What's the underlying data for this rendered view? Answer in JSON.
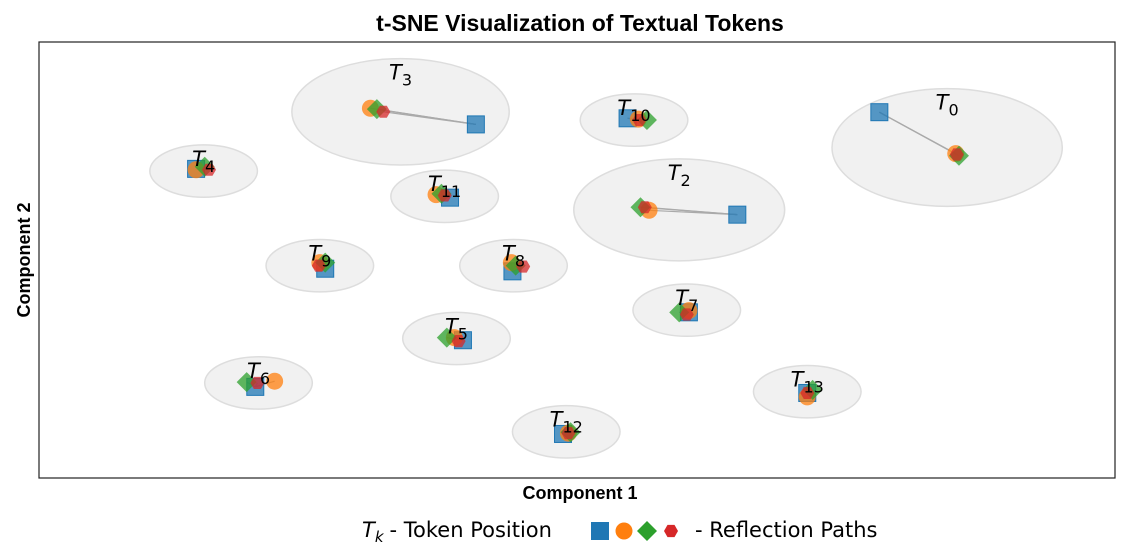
{
  "chart_data": {
    "type": "scatter",
    "title": "t-SNE Visualization of Textual Tokens",
    "xlabel": "Component 1",
    "ylabel": "Component 2",
    "xlim": [
      0,
      100
    ],
    "ylim": [
      0,
      100
    ],
    "grid": false,
    "colors": {
      "square": "#1f77b4",
      "circle": "#ff7f0e",
      "diamond": "#2ca02c",
      "hexagon": "#d62728",
      "cluster_fill": "#ececec",
      "path_line": "#aaaaaa"
    },
    "clusters": [
      {
        "id": "T0",
        "base": "T",
        "sub": "0",
        "center": [
          84.4,
          75.8
        ],
        "radius": [
          10.7,
          13.5
        ],
        "square": [
          78.1,
          83.9
        ],
        "circle": [
          85.2,
          74.4
        ],
        "diamond": [
          85.5,
          73.9
        ],
        "hexagon": [
          85.3,
          74.2
        ]
      },
      {
        "id": "T3",
        "base": "T",
        "sub": "3",
        "center": [
          33.6,
          84.0
        ],
        "radius": [
          10.1,
          12.2
        ],
        "square": [
          40.6,
          81.1
        ],
        "circle": [
          30.8,
          84.8
        ],
        "diamond": [
          31.4,
          84.6
        ],
        "hexagon": [
          32.0,
          84.0
        ]
      },
      {
        "id": "T10",
        "base": "T",
        "sub": "10",
        "center": [
          55.3,
          82.1
        ],
        "radius": [
          5.0,
          6.0
        ],
        "square": [
          54.7,
          82.5
        ],
        "circle": [
          55.7,
          82.3
        ],
        "diamond": [
          56.5,
          82.1
        ],
        "hexagon": [
          55.8,
          82.1
        ]
      },
      {
        "id": "T2",
        "base": "T",
        "sub": "2",
        "center": [
          59.5,
          61.5
        ],
        "radius": [
          9.8,
          11.7
        ],
        "square": [
          64.9,
          60.4
        ],
        "circle": [
          56.7,
          61.4
        ],
        "diamond": [
          55.9,
          62.1
        ],
        "hexagon": [
          56.3,
          62.1
        ]
      },
      {
        "id": "T4",
        "base": "T",
        "sub": "4",
        "center": [
          15.3,
          70.4
        ],
        "radius": [
          5.0,
          6.0
        ],
        "square": [
          14.6,
          70.9
        ],
        "circle": [
          14.6,
          70.7
        ],
        "diamond": [
          15.4,
          71.4
        ],
        "hexagon": [
          15.8,
          70.7
        ]
      },
      {
        "id": "T11",
        "base": "T",
        "sub": "11",
        "center": [
          37.7,
          64.6
        ],
        "radius": [
          5.0,
          6.0
        ],
        "square": [
          38.2,
          64.3
        ],
        "circle": [
          36.9,
          65.0
        ],
        "diamond": [
          37.4,
          65.2
        ],
        "hexagon": [
          37.7,
          64.8
        ]
      },
      {
        "id": "T9",
        "base": "T",
        "sub": "9",
        "center": [
          26.1,
          48.7
        ],
        "radius": [
          5.0,
          6.0
        ],
        "square": [
          26.6,
          48.0
        ],
        "circle": [
          26.1,
          49.4
        ],
        "diamond": [
          26.6,
          49.4
        ],
        "hexagon": [
          26.0,
          48.7
        ]
      },
      {
        "id": "T8",
        "base": "T",
        "sub": "8",
        "center": [
          44.1,
          48.7
        ],
        "radius": [
          5.0,
          6.0
        ],
        "square": [
          44.0,
          47.4
        ],
        "circle": [
          43.9,
          49.4
        ],
        "diamond": [
          44.3,
          48.7
        ],
        "hexagon": [
          45.0,
          48.5
        ]
      },
      {
        "id": "T7",
        "base": "T",
        "sub": "7",
        "center": [
          60.2,
          38.5
        ],
        "radius": [
          5.0,
          6.0
        ],
        "square": [
          60.4,
          38.0
        ],
        "circle": [
          60.4,
          38.4
        ],
        "diamond": [
          59.5,
          38.0
        ],
        "hexagon": [
          60.2,
          37.5
        ]
      },
      {
        "id": "T5",
        "base": "T",
        "sub": "5",
        "center": [
          38.8,
          32.0
        ],
        "radius": [
          5.0,
          6.0
        ],
        "square": [
          39.4,
          31.6
        ],
        "circle": [
          38.6,
          32.2
        ],
        "diamond": [
          37.9,
          32.2
        ],
        "hexagon": [
          39.0,
          31.4
        ]
      },
      {
        "id": "T6",
        "base": "T",
        "sub": "6",
        "center": [
          20.4,
          21.8
        ],
        "radius": [
          5.0,
          6.0
        ],
        "square": [
          20.1,
          20.9
        ],
        "circle": [
          21.9,
          22.2
        ],
        "diamond": [
          19.3,
          22.0
        ],
        "hexagon": [
          20.3,
          21.8
        ]
      },
      {
        "id": "T13",
        "base": "T",
        "sub": "13",
        "center": [
          71.4,
          19.8
        ],
        "radius": [
          5.0,
          6.0
        ],
        "square": [
          71.4,
          19.5
        ],
        "circle": [
          71.4,
          18.6
        ],
        "diamond": [
          71.9,
          20.2
        ],
        "hexagon": [
          71.4,
          19.5
        ]
      },
      {
        "id": "T12",
        "base": "T",
        "sub": "12",
        "center": [
          49.0,
          10.6
        ],
        "radius": [
          5.0,
          6.0
        ],
        "square": [
          48.7,
          10.1
        ],
        "circle": [
          49.2,
          10.3
        ],
        "diamond": [
          49.4,
          10.5
        ],
        "hexagon": [
          49.2,
          10.3
        ]
      }
    ],
    "legend": {
      "placement": "bottom",
      "token_base": "T",
      "token_sub": "k",
      "token_text": "- Token Position",
      "paths_text": "- Reflection Paths"
    }
  }
}
